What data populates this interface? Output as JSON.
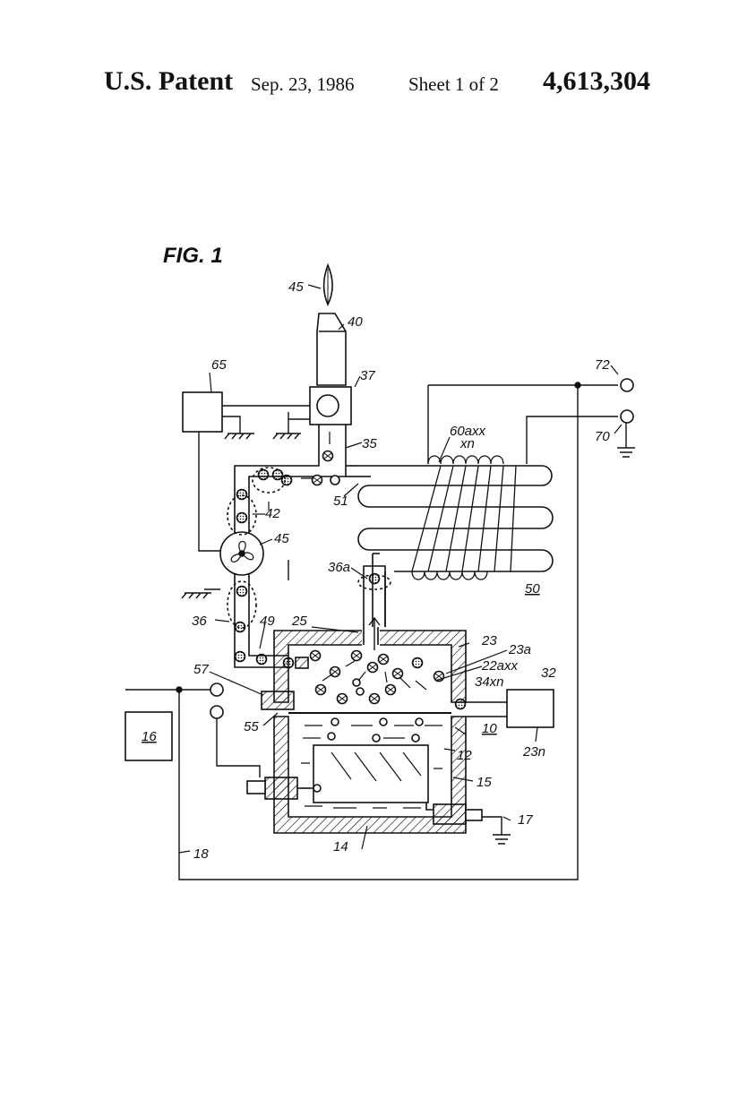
{
  "header": {
    "title": "U.S. Patent",
    "date": "Sep. 23, 1986",
    "sheet": "Sheet 1 of 2",
    "patent_number": "4,613,304"
  },
  "figure": {
    "label": "FIG. 1",
    "refs": {
      "r45top": "45",
      "r40": "40",
      "r65": "65",
      "r37": "37",
      "r72": "72",
      "r70": "70",
      "r35": "35",
      "r60": "60axx",
      "r60b": "xn",
      "r51": "51",
      "r42": "42",
      "r45fan": "45",
      "r36a": "36a",
      "r50": "50",
      "r36": "36",
      "r49": "49",
      "r25": "25",
      "r23": "23",
      "r23a": "23a",
      "r22": "22axx",
      "r57": "57",
      "r34": "34xn",
      "r32": "32",
      "r16": "16",
      "r55": "55",
      "r10": "10",
      "r12": "12",
      "r23n": "23n",
      "r15": "15",
      "r17": "17",
      "r14": "14",
      "r18": "18"
    }
  }
}
